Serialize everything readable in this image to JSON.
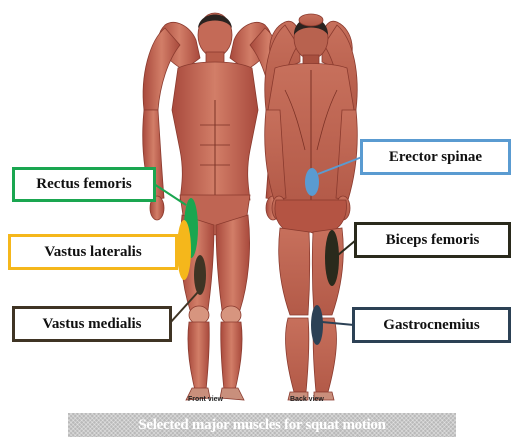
{
  "figure": {
    "front_view_label": "Front view",
    "back_view_label": "Back view",
    "caption": "Selected major muscles for squat motion"
  },
  "muscles": {
    "rectus_femoris": {
      "label": "Rectus femoris",
      "color": "#1aa650"
    },
    "vastus_lateralis": {
      "label": "Vastus lateralis",
      "color": "#f5b71b"
    },
    "vastus_medialis": {
      "label": "Vastus medialis",
      "color": "#3f3424"
    },
    "erector_spinae": {
      "label": "Erector spinae",
      "color": "#5a9bd1"
    },
    "biceps_femoris": {
      "label": "Biceps femoris",
      "color": "#2a2a1c"
    },
    "gastrocnemius": {
      "label": "Gastrocnemius",
      "color": "#2c4155"
    }
  }
}
